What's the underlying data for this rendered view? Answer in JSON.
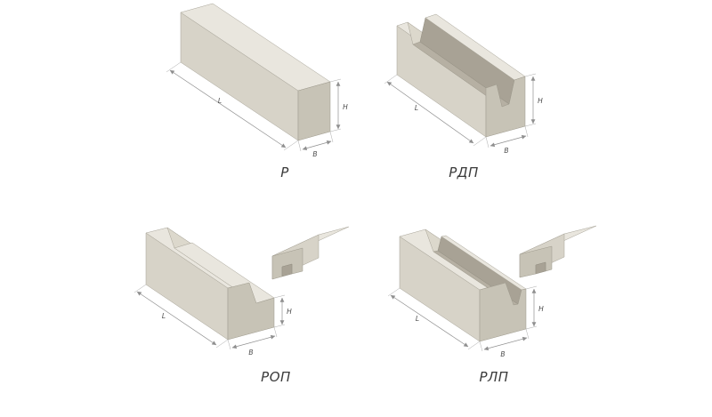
{
  "figures": {
    "r": {
      "caption": "Р",
      "dims": {
        "length": "L",
        "height": "H",
        "width": "B"
      }
    },
    "rdp": {
      "caption": "РДП",
      "dims": {
        "length": "L",
        "height": "H",
        "width": "B"
      }
    },
    "rop": {
      "caption": "РОП",
      "dims": {
        "length": "L",
        "height": "H",
        "width": "B"
      }
    },
    "rlp": {
      "caption": "РЛП",
      "dims": {
        "length": "L",
        "height": "H",
        "width": "B"
      }
    }
  },
  "colors": {
    "background": "#ffffff",
    "beam_top_face": "#e9e6de",
    "beam_side_face": "#d7d3c8",
    "beam_end_face": "#c7c3b6",
    "groove_shadow": "#a8a295",
    "dimension_line": "#8f8f8f",
    "caption_text": "#3a3a3a"
  }
}
